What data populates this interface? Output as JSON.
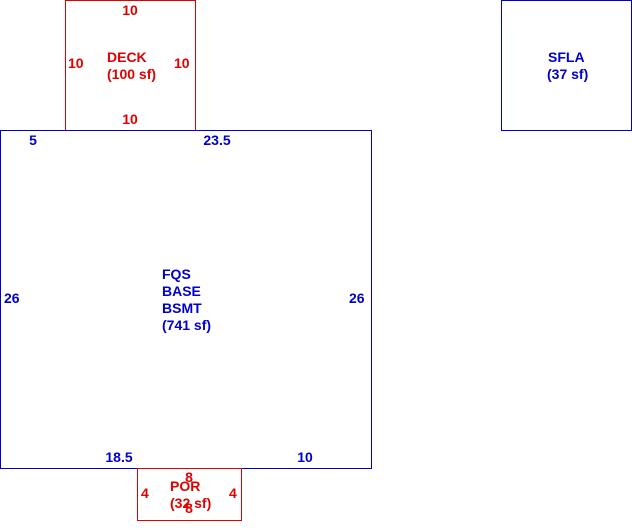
{
  "colors": {
    "main": "#0000cc",
    "deck": "#e00000",
    "por": "#e00000",
    "sfla": "#0000cc"
  },
  "deck": {
    "label": "DECK",
    "area": "(100 sf)",
    "dim_top": "10",
    "dim_bottom": "10",
    "dim_left": "10",
    "dim_right": "10"
  },
  "sfla": {
    "label": "SFLA",
    "area": "(37 sf)"
  },
  "main": {
    "line1": "FQS",
    "line2": "BASE",
    "line3": "BSMT",
    "area": "(741 sf)",
    "dim_top_left": "5",
    "dim_top_right": "23.5",
    "dim_left": "26",
    "dim_right": "26",
    "dim_bottom_left": "18.5",
    "dim_bottom_right": "10"
  },
  "por": {
    "label": "POR",
    "area": "(32 sf)",
    "dim_top": "8",
    "dim_bottom": "8",
    "dim_left": "4",
    "dim_right": "4"
  }
}
